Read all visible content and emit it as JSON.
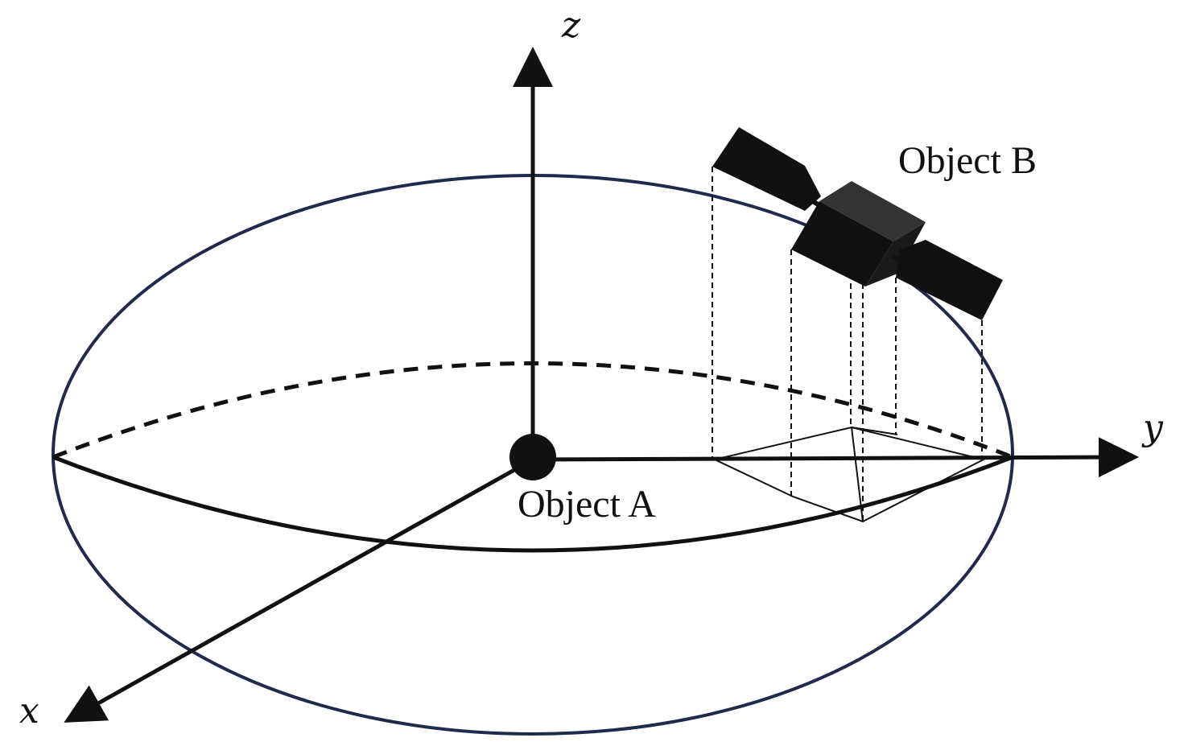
{
  "axes": {
    "x_label": "x",
    "y_label": "y",
    "z_label": "z"
  },
  "objects": {
    "a_label": "Object A",
    "b_label": "Object B"
  },
  "colors": {
    "ink": "#111111",
    "orbit": "#1f2a4d",
    "satellite_body": "#111111"
  }
}
